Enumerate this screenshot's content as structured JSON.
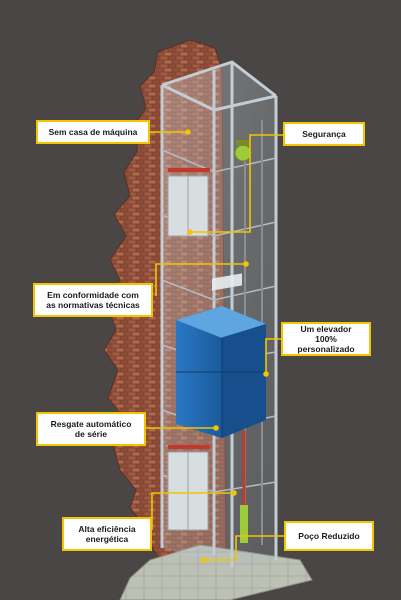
{
  "colors": {
    "background": "#4a4645",
    "callout_border": "#f2c500",
    "callout_fill": "#ffffff",
    "leader_line": "#f2c500",
    "brick": "#8a4a36",
    "cabin": "#1f66b0",
    "shaft_frame": "#c4cdd4",
    "floor_tile": "#b5b8ac"
  },
  "labels": {
    "machine_room": "Sem casa de máquina",
    "safety": "Segurança",
    "standards_line1": "Em conformidade com",
    "standards_line2": "as normativas técnicas",
    "custom_line1": "Um elevador",
    "custom_line2": "100% personalizado",
    "rescue_line1": "Resgate automático",
    "rescue_line2": "de série",
    "efficiency_line1": "Alta eficiência",
    "efficiency_line2": "energética",
    "pit": "Poço Reduzido"
  }
}
